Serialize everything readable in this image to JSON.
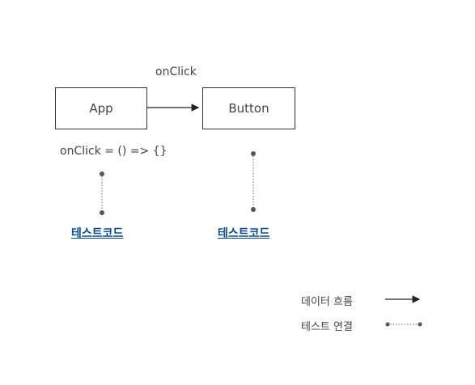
{
  "nodes": {
    "app": "App",
    "button": "Button"
  },
  "edge": {
    "label": "onClick"
  },
  "handler": "onClick = () => {}",
  "tests": {
    "app": "테스트코드",
    "button": "테스트코드"
  },
  "legend": {
    "data_flow": "데이터 흐름",
    "test_link": "테스트 연결"
  }
}
